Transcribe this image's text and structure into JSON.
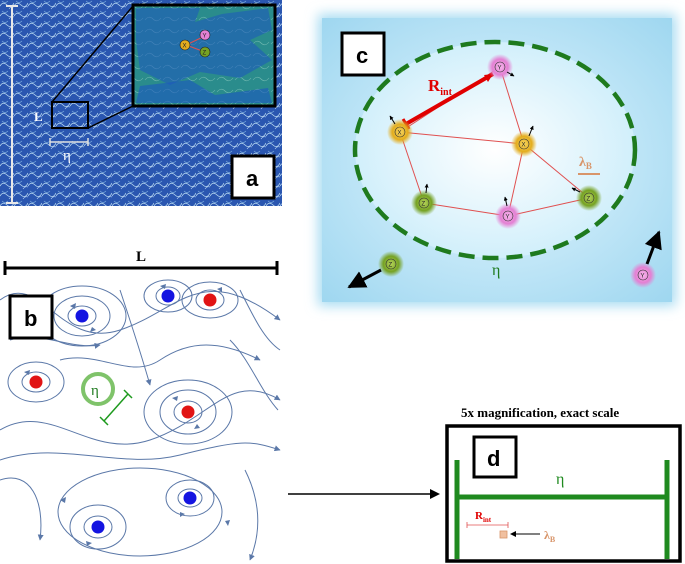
{
  "panel_a": {
    "label": "a",
    "size_label": "L",
    "scale_label": "η",
    "inset_particles": [
      "X",
      "Y",
      "Z"
    ],
    "colors": {
      "background": "#1e4fa8",
      "inset_fill": "#2b8a8a"
    }
  },
  "panel_b": {
    "label": "b",
    "width_label": "L",
    "scale_label": "η",
    "colors": {
      "streamline": "#5b78a8",
      "vortex_positive": "#e11414",
      "vortex_negative": "#1414e1",
      "ring": "#7fc36a"
    }
  },
  "panel_c": {
    "label": "c",
    "radius_label": "R",
    "radius_subscript": "int",
    "lambda_label": "λ",
    "lambda_subscript": "B",
    "scale_label": "η",
    "particles_inside": [
      "Y",
      "X",
      "X",
      "Z",
      "Y",
      "Z"
    ],
    "particles_outside": [
      "Z",
      "Y"
    ],
    "colors": {
      "background": "#a8dcf2",
      "boundary": "#1e7a1e",
      "bond": "#e05050",
      "X": "#e6b422",
      "Y": "#e88ad8",
      "Z": "#7eaa2a"
    }
  },
  "panel_d": {
    "label": "d",
    "title": "5x magnification, exact scale",
    "scale_label": "η",
    "radius_label": "R",
    "radius_subscript": "int",
    "lambda_label": "λ",
    "lambda_subscript": "B",
    "colors": {
      "bar": "#1f8a1f",
      "accent": "#d8956a"
    }
  }
}
